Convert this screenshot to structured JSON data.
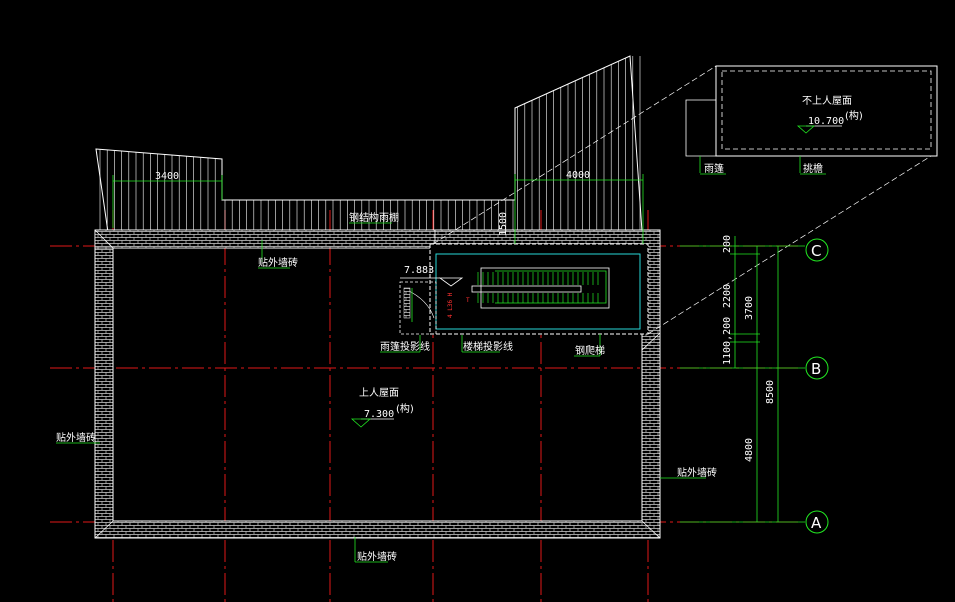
{
  "labels": {
    "steel_canopy": "钢结构雨棚",
    "exterior_tile_top": "贴外墙砖",
    "exterior_tile_left": "贴外墙砖",
    "exterior_tile_right": "贴外墙砖",
    "exterior_tile_bottom": "贴外墙砖",
    "canopy_projection": "雨篷投影线",
    "stair_projection": "楼梯投影线",
    "steel_ladder": "钢爬梯",
    "upper_roof": "上人屋面",
    "non_upper_roof": "不上人屋面",
    "gutter": "雨篷",
    "parapet": "挑檐",
    "upper_roof_suffix": "(构)",
    "non_upper_roof_suffix": "(构)",
    "stair_red_note": "4 L36 H"
  },
  "elevations": {
    "upper_roof": "7.300",
    "non_upper_roof": "10.700",
    "stair_landing": "7.883"
  },
  "dimensions": {
    "canopy_left": "3400",
    "canopy_right": "4000",
    "canopy_depth": "1500",
    "right_200": "200",
    "right_2200": "2200",
    "right_1100_200": "1100,200",
    "right_3700": "3700",
    "right_8500": "8500",
    "right_4800": "4800"
  },
  "axes": {
    "c": "C",
    "b": "B",
    "a": "A"
  }
}
